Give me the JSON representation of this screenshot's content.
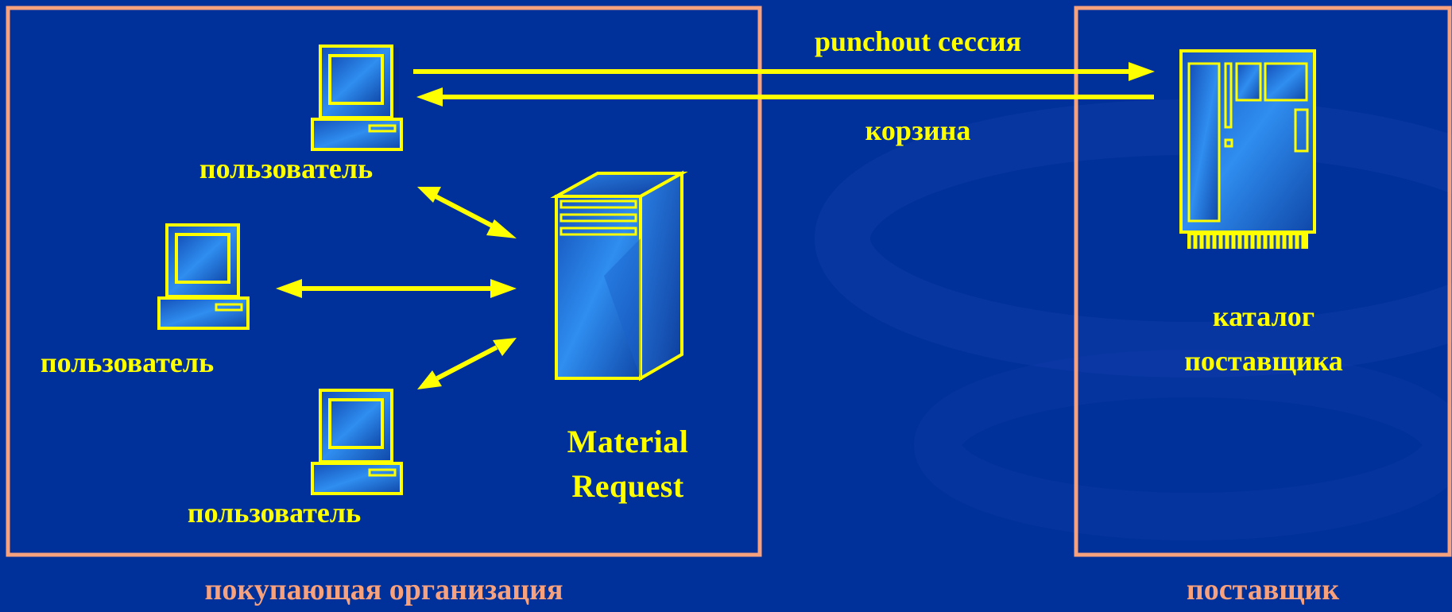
{
  "diagram": {
    "buyer_box": {
      "title": "покупающая организация"
    },
    "supplier_box": {
      "title": "поставщик"
    },
    "users": [
      {
        "label": "пользователь"
      },
      {
        "label": "пользователь"
      },
      {
        "label": "пользователь"
      }
    ],
    "server": {
      "label_line1": "Material",
      "label_line2": "Request"
    },
    "catalog": {
      "label_line1": "каталог",
      "label_line2": "поставщика"
    },
    "flows": {
      "punchout_label": "punchout сессия",
      "cart_label": "корзина"
    }
  },
  "colors": {
    "background": "#00309a",
    "box_border": "#f7a17d",
    "highlight": "#ffff00",
    "device_fill": "#1e7be0"
  }
}
